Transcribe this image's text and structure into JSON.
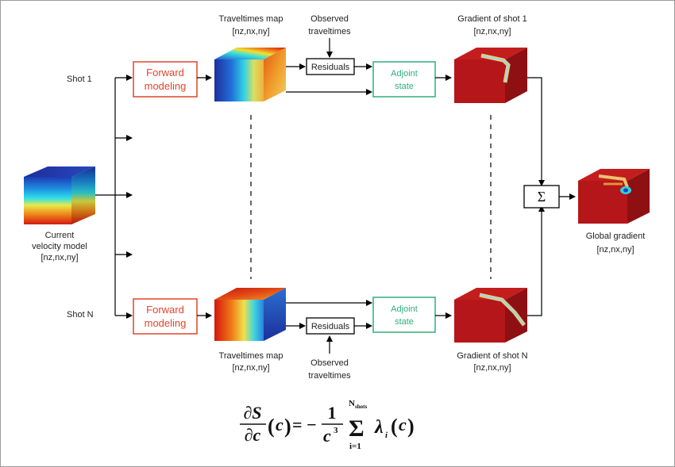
{
  "shots": {
    "first": "Shot 1",
    "last": "Shot N"
  },
  "boxes": {
    "forward_line1": "Forward",
    "forward_line2": "modeling",
    "residuals": "Residuals",
    "adjoint_line1": "Adjoint",
    "adjoint_line2": "state",
    "sum_symbol": "Σ"
  },
  "labels": {
    "traveltimes_title": "Traveltimes map",
    "dims": "[nz,nx,ny]",
    "observed_line1": "Observed",
    "observed_line2": "traveltimes",
    "gradient_shot1": "Gradient of shot 1",
    "gradient_shotN": "Gradient of shot N",
    "current_line1": "Current",
    "current_line2": "velocity model",
    "global_gradient": "Global gradient"
  },
  "equation": {
    "partial": "∂S",
    "over": "∂c",
    "c": "c",
    "equals_minus": "= −",
    "one": "1",
    "c3": "c",
    "cube": "3",
    "sum": "Σ",
    "upper": "N",
    "upper_sub": "shots",
    "lower": "i=1",
    "lambda": "λ",
    "sub_i": "i"
  },
  "colors": {
    "forward_box": "#e0452a",
    "adjoint_box": "#2fae7e",
    "gradient_cube": "#b5161a"
  }
}
